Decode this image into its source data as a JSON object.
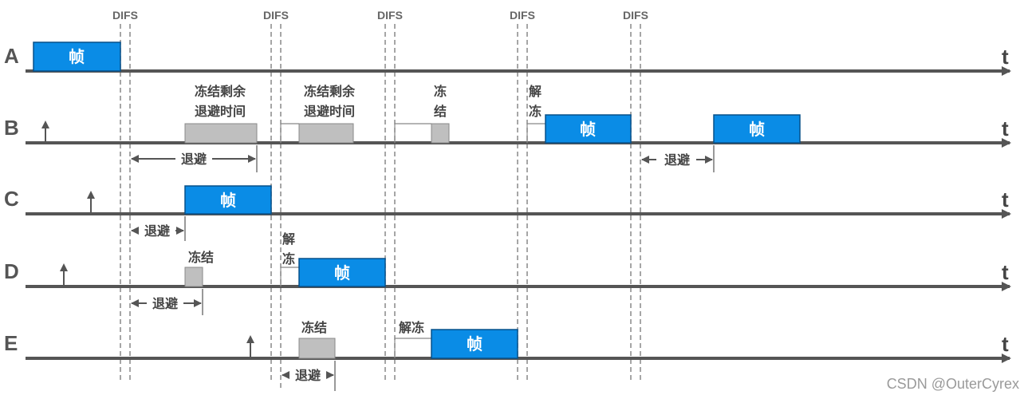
{
  "colors": {
    "frame": "#0A8CE6",
    "frame_border": "#06508A",
    "frozen": "#BFBFBF",
    "axis": "#555555",
    "difs_line": "#888888",
    "text": "#444444"
  },
  "difs_label": "DIFS",
  "difs_count": 5,
  "time_label": "t",
  "stations": [
    {
      "name": "A"
    },
    {
      "name": "B"
    },
    {
      "name": "C"
    },
    {
      "name": "D"
    },
    {
      "name": "E"
    }
  ],
  "labels": {
    "frame": "帧",
    "backoff": "退避",
    "freeze": "冻结",
    "freeze_remaining_line1": "冻结剩余",
    "freeze_remaining_line2": "退避时间",
    "freeze_split_1": "冻",
    "freeze_split_2": "结",
    "unfreeze": "解冻",
    "unfreeze_split_1": "解",
    "unfreeze_split_2": "冻"
  },
  "watermark": "CSDN @OuterCyrex"
}
